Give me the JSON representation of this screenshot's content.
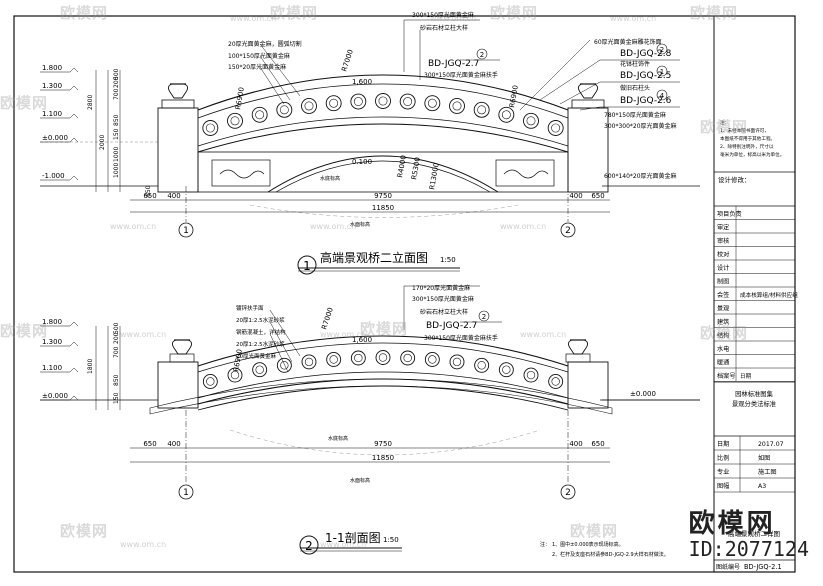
{
  "watermark": {
    "site": "欧模网",
    "url": "www.om.cn",
    "brand": "欧模网",
    "id": "ID:2077124"
  },
  "elevation": {
    "title": "高端景观桥二立面图",
    "scale": "1:50",
    "number": "1",
    "left_levels": [
      "1.800",
      "1.300",
      "1.100",
      "±0.000",
      "-1.000"
    ],
    "left_dims": [
      "500",
      "200",
      "700",
      "850",
      "150",
      "2800",
      "1000",
      "1000",
      "2000",
      "650"
    ],
    "callouts_left": [
      "20厚光面黄金麻，圆弧切割",
      "100*150厚光面黄金麻",
      "150*20厚光面黄金麻"
    ],
    "callouts_top": [
      "300*150厚光面黄金麻",
      "砂岩石材立柱大样",
      "BD-JGQ-2.7",
      "300*150厚光面黄金麻扶手"
    ],
    "callouts_right": [
      "60厚光面黄金麻雕花饰面",
      "BD-JGQ-2.8",
      "花钵柱饰件",
      "BD-JGQ-2.5",
      "做旧石柱头",
      "BD-JGQ-2.6",
      "780*150厚光面黄金麻",
      "300*300*20厚光面黄金麻",
      "600*140*20厚光面黄金麻"
    ],
    "bubble_nums": [
      "2",
      "1",
      "4"
    ],
    "radii": [
      "R7000",
      "R6900",
      "R6900",
      "R4000",
      "R5300",
      "R13000"
    ],
    "labels": {
      "r_top": "1,600",
      "mid": "0.100",
      "water": "水底标高",
      "water2": "水面标高"
    },
    "dims_bottom": [
      "650",
      "400",
      "9750",
      "400",
      "650",
      "11850"
    ],
    "axes": [
      "1",
      "2"
    ]
  },
  "section": {
    "title": "1-1剖面图",
    "scale": "1:50",
    "number": "2",
    "left_levels": [
      "1.800",
      "1.300",
      "1.100",
      "±0.000"
    ],
    "left_dims": [
      "500",
      "200",
      "700",
      "1800",
      "850",
      "150"
    ],
    "callouts_left": [
      "镀锌扶手面",
      "20厚1:2.5水泥砂浆",
      "钢筋混凝土，详结构",
      "20厚1:2.5水泥砂浆",
      "20厚光面黄金麻"
    ],
    "callouts_top": [
      "170*20厚光面黄金麻",
      "300*150厚光面黄金麻",
      "砂岩石材立柱大样",
      "BD-JGQ-2.7",
      "300*150厚光面黄金麻扶手"
    ],
    "bubble_num": "2",
    "radii": [
      "R7000",
      "R6900"
    ],
    "labels": {
      "r_top": "1,600",
      "water": "水底标高",
      "water2": "水面标高",
      "level_right": "±0.000"
    },
    "dims_bottom": [
      "650",
      "400",
      "9750",
      "400",
      "650",
      "11850"
    ],
    "axes": [
      "1",
      "2"
    ]
  },
  "notes": {
    "heading": "注：",
    "lines": [
      "1、图中±0.000表示现场标高。",
      "2、栏杆及支座石材请参BD-JGQ-2.9大样石材做法。"
    ]
  },
  "title_block": {
    "top_notes": [
      "注：",
      "1、未经本院书面许可，",
      "   本图纸不得用于其他工程。",
      "2、除特别注明外，尺寸以",
      "   毫米为单位，标高以米为单位。"
    ],
    "revision": "设计修改：",
    "rows": [
      {
        "label": "项目负责",
        "value": ""
      },
      {
        "label": "审定",
        "value": ""
      },
      {
        "label": "审核",
        "value": ""
      },
      {
        "label": "校对",
        "value": ""
      },
      {
        "label": "设计",
        "value": ""
      },
      {
        "label": "制图",
        "value": ""
      },
      {
        "label": "会签",
        "value": "成本核算组/材料供应组"
      },
      {
        "label": "景观",
        "value": ""
      },
      {
        "label": "建筑",
        "value": ""
      },
      {
        "label": "结构",
        "value": ""
      },
      {
        "label": "水电",
        "value": ""
      },
      {
        "label": "暖通",
        "value": ""
      },
      {
        "label": "档案号",
        "value": "日期"
      }
    ],
    "project": [
      "园林标准图集",
      "景观分类法标准"
    ],
    "info": [
      {
        "label": "日期",
        "value": "2017.07"
      },
      {
        "label": "比例",
        "value": "如图"
      },
      {
        "label": "专业",
        "value": "施工图"
      },
      {
        "label": "图幅",
        "value": "A3"
      }
    ],
    "drawing_name": "高端景观桥二详图",
    "drawing_no_label": "图纸编号",
    "drawing_no": "BD-JGQ-2.1"
  }
}
